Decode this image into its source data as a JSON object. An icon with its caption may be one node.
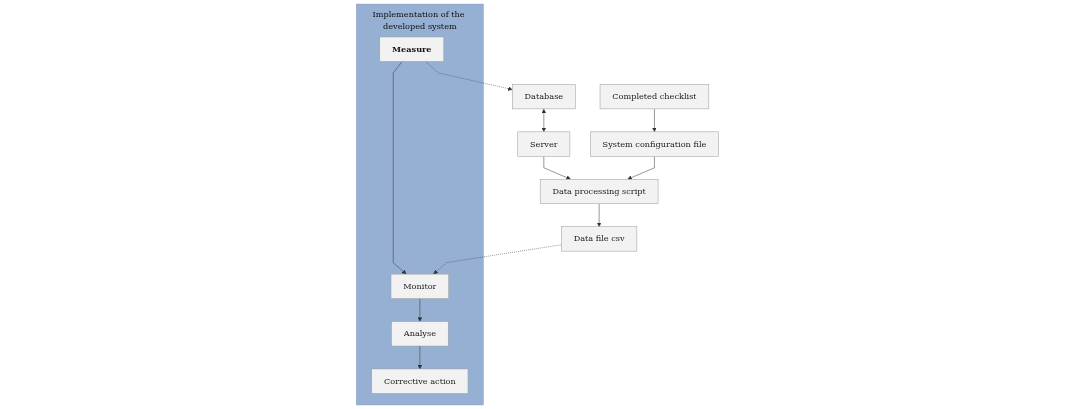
{
  "diagram": {
    "nodes": [
      {
        "text": [
          "Implementation of the developed system"
        ]
      },
      {
        "text": [
          "Measure"
        ],
        "in": 0
      },
      {
        "text": [
          "Monitor"
        ],
        "in": 0
      },
      {
        "text": [
          "Analyse"
        ],
        "in": 0
      },
      {
        "text": [
          "Corrective action"
        ],
        "in": 0
      },
      {
        "text": [
          "Database"
        ]
      },
      {
        "text": [
          "Data file csv"
        ]
      },
      {
        "text": [
          "Server"
        ]
      },
      {
        "text": [
          "Data processing script"
        ]
      },
      {
        "text": [
          "System configuration file"
        ]
      },
      {
        "text": [
          "Completed checklist"
        ]
      }
    ],
    "edges": [
      {
        "from": 1,
        "to": 2,
        "arrow": "to"
      },
      {
        "from": 2,
        "to": 3,
        "arrow": "to"
      },
      {
        "from": 3,
        "to": 4,
        "arrow": "to"
      },
      {
        "from": 1,
        "to": 5,
        "arrow": "to",
        "style": "dashed"
      },
      {
        "from": 6,
        "to": 2,
        "arrow": "to",
        "style": "dashed"
      },
      {
        "from": 5,
        "to": 7,
        "arrow": "both"
      },
      {
        "from": 7,
        "to": 8,
        "arrow": "to"
      },
      {
        "from": 8,
        "to": 6,
        "arrow": "to"
      },
      {
        "from": 9,
        "to": 8,
        "arrow": "to"
      },
      {
        "from": 10,
        "to": 9,
        "arrow": "to"
      }
    ]
  }
}
